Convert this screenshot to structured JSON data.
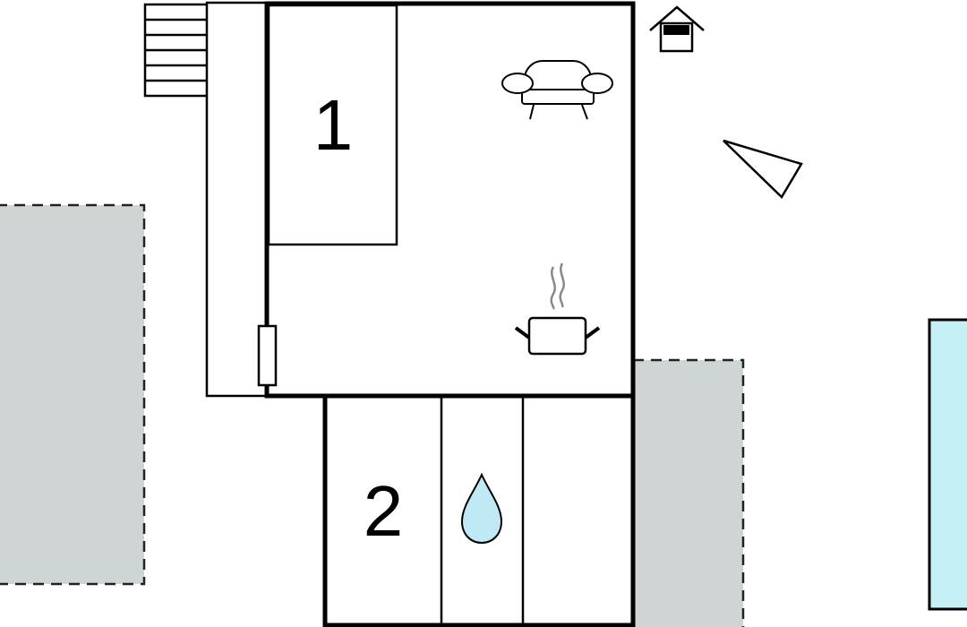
{
  "rooms": [
    {
      "id": "bedroom-1",
      "number": "1"
    },
    {
      "id": "bedroom-2",
      "number": "2"
    }
  ],
  "icons": {
    "living_area": "sofa-icon",
    "kitchen": "cooking-pot-icon",
    "bathroom": "water-drop-icon",
    "house": "house-icon",
    "orientation": "compass-triangle-icon",
    "entrance": "stairs-icon",
    "door": "door-icon"
  },
  "colors": {
    "wall": "#000000",
    "terrace": "#cfd5d5",
    "pool": "#c5f0f5",
    "water_drop": "#bfeaf5",
    "steam": "#888888"
  }
}
